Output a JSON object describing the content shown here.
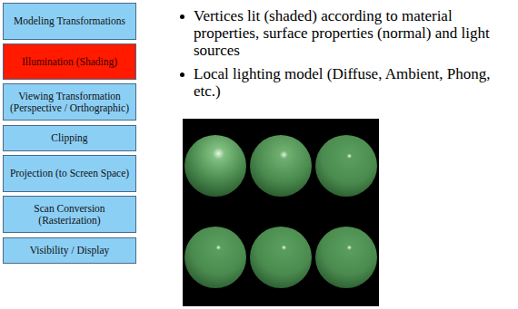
{
  "diagram": {
    "nodes": [
      {
        "text": [
          "Modeling Transformations"
        ]
      },
      {
        "text": [
          "Illumination (Shading)"
        ]
      },
      {
        "text": [
          "Viewing Transformation (Perspective / Orthographic)"
        ]
      },
      {
        "text": [
          "Clipping"
        ]
      },
      {
        "text": [
          "Projection (to Screen Space)"
        ]
      },
      {
        "text": [
          "Scan Conversion (Rasterization)"
        ]
      },
      {
        "text": [
          "Visibility / Display"
        ]
      }
    ],
    "labels": [
      "Vertices lit (shaded) according to material properties, surface properties (normal) and light sources",
      "Local lighting model (Diffuse, Ambient, Phong, etc.)"
    ]
  }
}
